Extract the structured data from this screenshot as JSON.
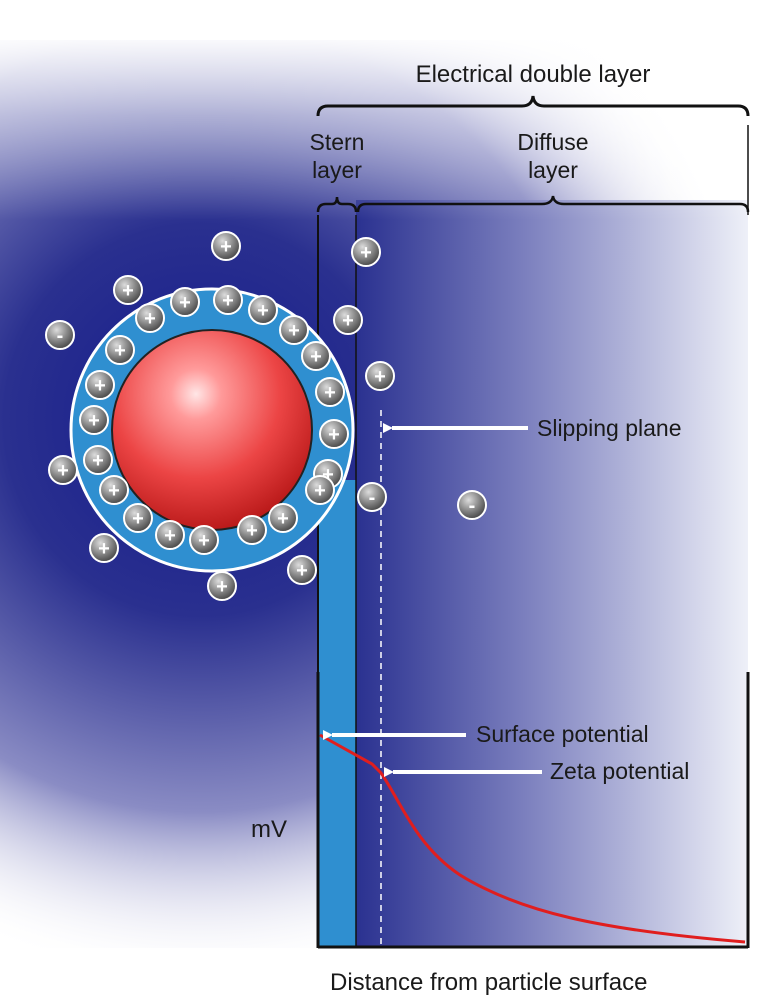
{
  "labels": {
    "edl": "Electrical double layer",
    "stern_line1": "Stern",
    "stern_line2": "layer",
    "diffuse_line1": "Diffuse",
    "diffuse_line2": "layer",
    "slipping_plane": "Slipping plane",
    "surface_potential": "Surface potential",
    "zeta_potential": "Zeta potential",
    "y_unit": "mV",
    "x_axis": "Distance from particle surface"
  },
  "ions": {
    "positive_sign": "+",
    "negative_sign": "-"
  },
  "colors": {
    "particle": "#e23a3a",
    "stern_band": "#2f8fd0",
    "background_blue": "#3a3f9a",
    "potential_curve": "#e01e1e"
  }
}
